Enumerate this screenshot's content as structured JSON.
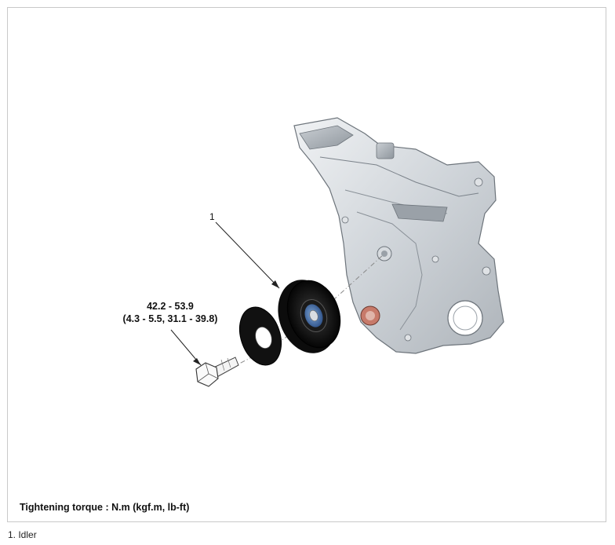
{
  "figure": {
    "callout_number": "1",
    "torque_value_line1": "42.2 - 53.9",
    "torque_value_line2": "(4.3 - 5.5, 31.1 - 39.8)",
    "footer_label": "Tightening torque : N.m (kgf.m, lb-ft)"
  },
  "caption": {
    "legend": "1. Idler"
  }
}
